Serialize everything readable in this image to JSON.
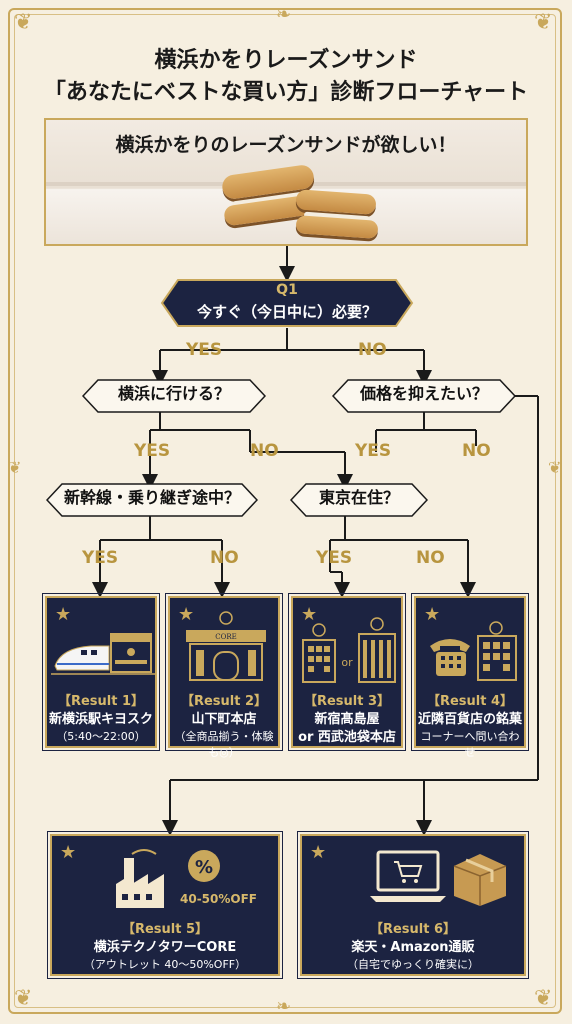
{
  "title": {
    "line1": "横浜かをりレーズンサンド",
    "line2": "「あなたにベストな買い方」診断フローチャート"
  },
  "hero": {
    "text": "横浜かをりのレーズンサンドが欲しい！"
  },
  "q1": {
    "label": "Q1",
    "text": "今すぐ（今日中に）必要？"
  },
  "labels": {
    "yes": "YES",
    "no": "NO"
  },
  "questions": {
    "yokohama": "横浜に行ける？",
    "price": "価格を抑えたい？",
    "shinkansen": "新幹線・乗り継ぎ途中？",
    "tokyo": "東京在住？"
  },
  "results": [
    {
      "title": "【Result 1】",
      "name": "新横浜駅キヨスク",
      "sub": "（5:40〜22:00）"
    },
    {
      "title": "【Result 2】",
      "name": "山下町本店",
      "sub": "（全商品揃う・体験も◎）"
    },
    {
      "title": "【Result 3】",
      "name": "新宿髙島屋",
      "sub": "or 西武池袋本店"
    },
    {
      "title": "【Result 4】",
      "name": "近隣百貨店の銘菓",
      "sub": "コーナーへ問い合わせ"
    },
    {
      "title": "【Result 5】",
      "name": "横浜テクノタワーCORE",
      "sub": "（アウトレット 40〜50%OFF）",
      "badge": "40-50%OFF"
    },
    {
      "title": "【Result 6】",
      "name": "楽天・Amazon通販",
      "sub": "（自宅でゆっくり確実に）"
    }
  ],
  "icon_texts": {
    "or": "or",
    "percent": "%",
    "store_mark": "CORE"
  },
  "colors": {
    "navy": "#1c2341",
    "gold": "#c9a85c",
    "background": "#f6efe0"
  }
}
